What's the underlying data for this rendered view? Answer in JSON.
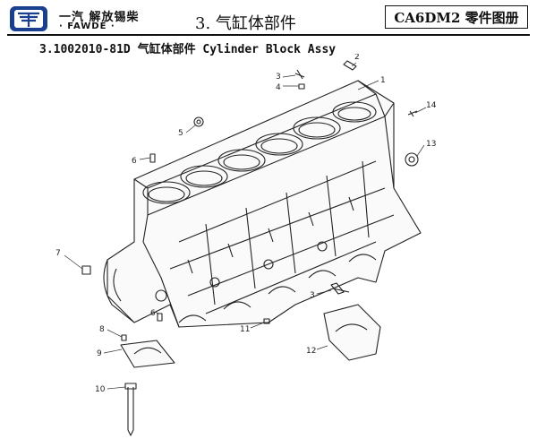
{
  "header": {
    "brand_cn": "一汽 解放锡柴",
    "brand_en": "· FAWDE ·",
    "page_title": "3. 气缸体部件",
    "model_label": "CA6DM2 零件图册"
  },
  "section": {
    "subtitle": "3.1002010-81D 气缸体部件 Cylinder Block Assy"
  },
  "callouts": [
    "1",
    "2",
    "3",
    "3",
    "4",
    "5",
    "6",
    "6",
    "7",
    "8",
    "9",
    "10",
    "11",
    "12",
    "13",
    "14"
  ]
}
